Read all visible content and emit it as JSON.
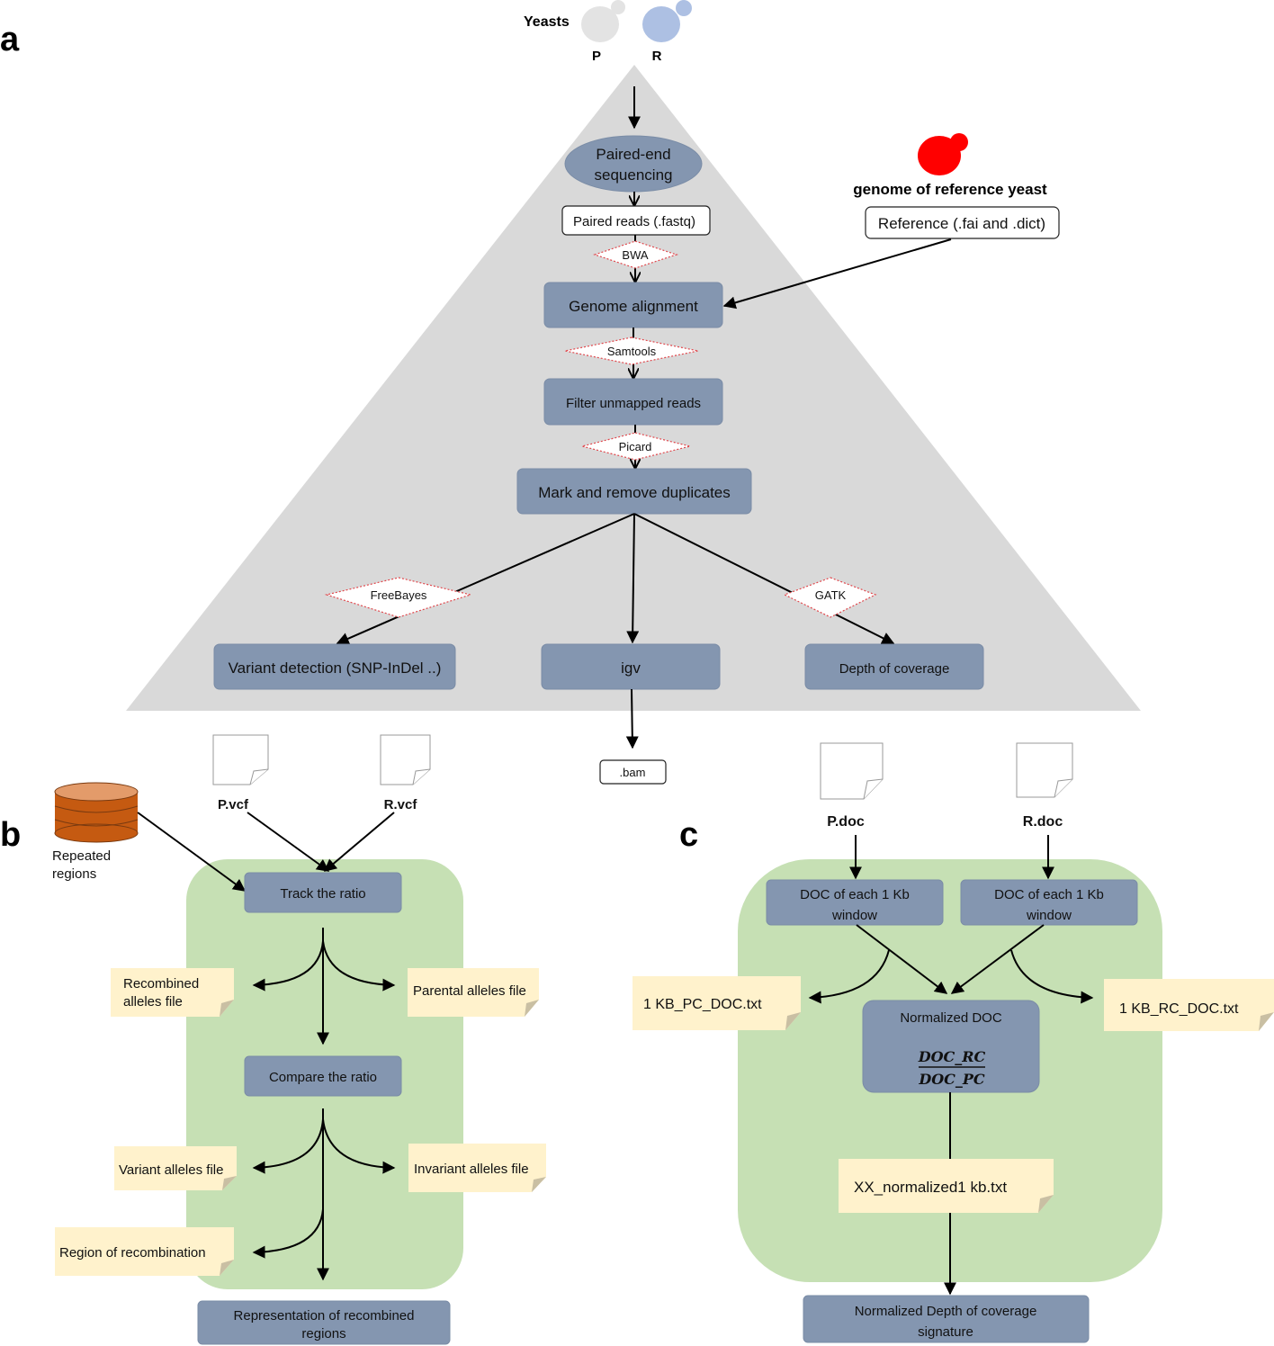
{
  "panel_labels": {
    "a": "a",
    "b": "b",
    "c": "c"
  },
  "panel_a": {
    "yeasts_label": "Yeasts",
    "yeast_p_label": "P",
    "yeast_r_label": "R",
    "reference_label": "genome of reference yeast",
    "reference_file": "Reference (.fai and .dict)",
    "paired_end": [
      "Paired-end",
      "sequencing"
    ],
    "paired_reads": "Paired reads (.fastq)",
    "tool_bwa": "BWA",
    "genome_alignment": "Genome alignment",
    "tool_samtools": "Samtools",
    "filter_unmapped": "Filter unmapped reads",
    "tool_picard": "Picard",
    "mark_remove": "Mark and remove duplicates",
    "tool_freebayes": "FreeBayes",
    "tool_gatk": "GATK",
    "variant_detection": "Variant detection (SNP-InDel ..)",
    "igv": "igv",
    "depth_of_coverage": "Depth of coverage",
    "bam": ".bam"
  },
  "panel_b": {
    "p_vcf": "P.vcf",
    "r_vcf": "R.vcf",
    "repeated_regions": [
      "Repeated",
      "regions"
    ],
    "track_ratio": "Track the ratio",
    "recombined_alleles": [
      "Recombined",
      "alleles file"
    ],
    "parental_alleles": "Parental alleles file",
    "compare_ratio": "Compare the ratio",
    "variant_alleles": "Variant alleles file",
    "invariant_alleles": "Invariant alleles file",
    "region_recombination": "Region of recombination",
    "representation": [
      "Representation of recombined",
      "regions"
    ]
  },
  "panel_c": {
    "p_doc": "P.doc",
    "r_doc": "R.doc",
    "doc_window_left": [
      "DOC of each 1  Kb",
      "window"
    ],
    "doc_window_right": [
      "DOC of each 1  Kb",
      "window"
    ],
    "pc_file": "1  KB_PC_DOC.txt",
    "rc_file": "1  KB_RC_DOC.txt",
    "normalized_doc": "Normalized DOC",
    "formula_numerator": "DOC_RC",
    "formula_denominator": "DOC_PC",
    "xx_file": "XX_normalized1  kb.txt",
    "signature": [
      "Normalized Depth of coverage",
      "signature"
    ]
  },
  "colors": {
    "node": "#8496b0",
    "triangle": "#d9d9d9",
    "green_panel": "#c6e0b4",
    "note": "#fff2cc",
    "tool_border": "#e0474c",
    "yeast_p": "#e3e3e3",
    "yeast_r": "#adc0e3",
    "yeast_ref": "#ff0000",
    "database": "#c55a11"
  }
}
